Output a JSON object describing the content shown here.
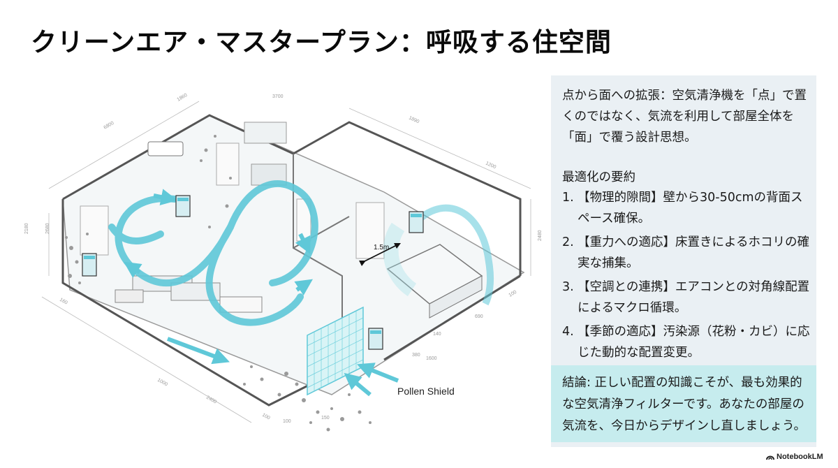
{
  "title": "クリーンエア・マスタープラン：呼吸する住空間",
  "lead": "点から面への拡張：空気清浄機を「点」で置くのではなく、気流を利用して部屋全体を「面」で覆う設計思想。",
  "summary": {
    "heading": "最適化の要約",
    "items": [
      {
        "num": "1.",
        "text": "【物理的隙間】壁から30-50cmの背面スペース確保。"
      },
      {
        "num": "2.",
        "text": "【重力への適応】床置きによるホコリの確実な捕集。"
      },
      {
        "num": "3.",
        "text": "【空調との連携】エアコンとの対角線配置によるマクロ循環。"
      },
      {
        "num": "4.",
        "text": "【季節の適応】汚染源（花粉・カビ）に応じた動的な配置変更。"
      }
    ]
  },
  "conclusion": "結論: 正しい配置の知識こそが、最も効果的な空気清浄フィルターです。あなたの部屋の気流を、今日からデザインし直しましょう。",
  "diagram": {
    "pollen_label": "Pollen Shield",
    "distance_label": "1.5m",
    "dimensions": [
      "6800",
      "1860",
      "3700",
      "1890",
      "1200",
      "2180",
      "2680",
      "2480",
      "160",
      "1000",
      "2400",
      "100",
      "100",
      "380",
      "140",
      "150",
      "690",
      "1600",
      "100"
    ]
  },
  "colors": {
    "accent": "#5fc8d8",
    "panel": "#eaf0f4",
    "conclusion_bg": "#c6ecee"
  },
  "brand": "NotebookLM"
}
